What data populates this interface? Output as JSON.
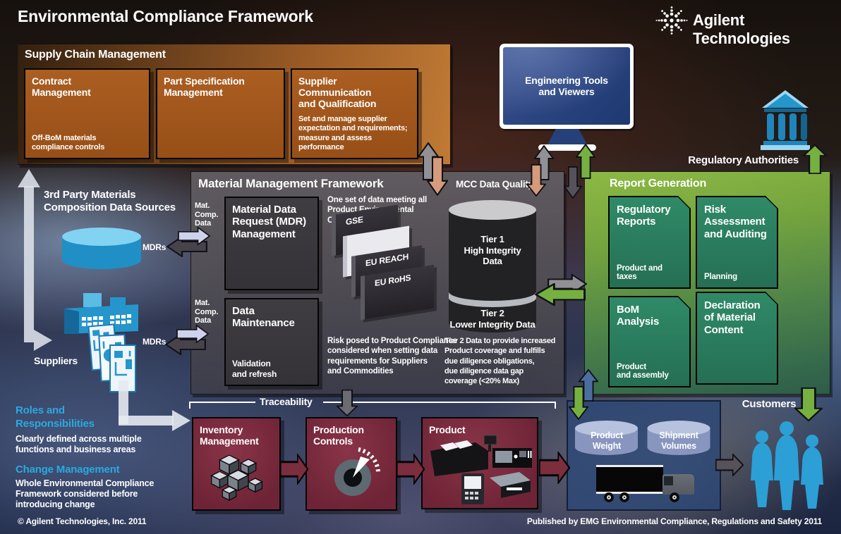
{
  "title": "Environmental Compliance Framework",
  "brand": {
    "name": "Agilent Technologies"
  },
  "supply_chain": {
    "header": "Supply Chain Management",
    "boxes": [
      {
        "title": "Contract\nManagement",
        "note": "Off-BoM materials\ncompliance controls"
      },
      {
        "title": "Part Specification\nManagement",
        "note": ""
      },
      {
        "title": "Supplier Communication\nand Qualification",
        "note": "Set and manage supplier\nexpectation and requirements;\nmeasure and assess\nperformance"
      }
    ]
  },
  "engineering": {
    "label": "Engineering Tools\nand Viewers"
  },
  "regulatory_authorities": {
    "label": "Regulatory Authorities"
  },
  "left_column": {
    "sources_label": "3rd Party Materials\nComposition Data Sources",
    "mdrs_top": "MDRs",
    "mdrs_bottom": "MDRs",
    "suppliers_label": "Suppliers"
  },
  "mmf": {
    "header": "Material Management Framework",
    "mat_comp_top": "Mat.\nComp.\nData",
    "mat_comp_bottom": "Mat.\nComp.\nData",
    "mdr_box": {
      "title": "Material Data\nRequest (MDR)\nManagement"
    },
    "maintenance_box": {
      "title": "Data\nMaintenance",
      "note": "Validation\nand refresh"
    },
    "one_set_note": "One set of data meeting all\nProduct Environmental\nCompliance needs",
    "books": [
      "GSE",
      "EU REACH",
      "EU RoHS"
    ],
    "risk_note": "Risk posed to Product Compliance\nconsidered when setting data\nrequirements for Suppliers\nand Commodities",
    "mcc": {
      "header": "MCC Data Quality",
      "tier1": "Tier 1\nHigh Integrity Data",
      "tier2": "Tier 2\nLower Integrity Data",
      "tier2_note": "Tier 2 Data to provide increased\nProduct coverage and fulfills\ndue diligence obligations,\ndue diligence data gap\ncoverage (<20% Max)"
    }
  },
  "report_generation": {
    "header": "Report Generation",
    "boxes": [
      {
        "title": "Regulatory\nReports",
        "note": "Product and taxes"
      },
      {
        "title": "Risk\nAssessment\nand Auditing",
        "note": "Planning"
      },
      {
        "title": "BoM\nAnalysis",
        "note": "Product\nand assembly"
      },
      {
        "title": "Declaration\nof Material\nContent",
        "note": ""
      }
    ]
  },
  "traceability": {
    "header": "Traceability",
    "boxes": [
      {
        "title": "Inventory\nManagement"
      },
      {
        "title": "Production\nControls"
      },
      {
        "title": "Product"
      }
    ]
  },
  "logistics": {
    "cylinders": [
      {
        "label": "Product\nWeight"
      },
      {
        "label": "Shipment\nVolumes"
      }
    ]
  },
  "customers": {
    "label": "Customers"
  },
  "left_notes": {
    "roles_title": "Roles and\nResponsibilities",
    "roles_body": "Clearly defined across multiple\nfunctions and business areas",
    "change_title": "Change Management",
    "change_body": "Whole Environmental Compliance\nFramework considered before\nintroducing change"
  },
  "footer": {
    "left": "© Agilent Technologies, Inc. 2011",
    "right": "Published by EMG Environmental Compliance, Regulations and Safety 2011"
  },
  "colors": {
    "supply_orange": "#a4571f",
    "mmf_gray": "#3b383d",
    "report_green": "#7fae3f",
    "report_teal": "#2c8262",
    "trace_maroon": "#7b2e3e",
    "agilent_blue": "#2e9fd4",
    "heading_cyan": "#2aa9e0"
  }
}
